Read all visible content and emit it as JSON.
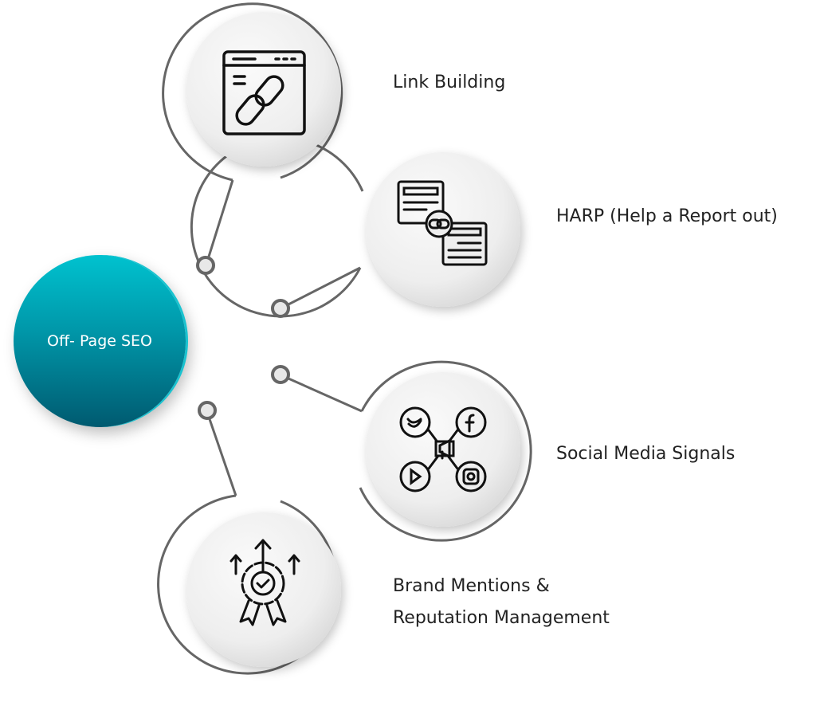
{
  "center": {
    "label": "Off- Page SEO"
  },
  "nodes": [
    {
      "label": "Link Building",
      "icon": "browser-link-icon"
    },
    {
      "label": "HARP (Help a Report out)",
      "icon": "documents-link-icon"
    },
    {
      "label": "Social Media Signals",
      "icon": "social-media-icon"
    },
    {
      "label_line1": "Brand Mentions &",
      "label_line2": "Reputation Management",
      "icon": "gear-badge-icon"
    }
  ],
  "colors": {
    "hub_top": "#00c2cf",
    "hub_bottom": "#005a70",
    "line": "#666666",
    "text": "#222222"
  }
}
